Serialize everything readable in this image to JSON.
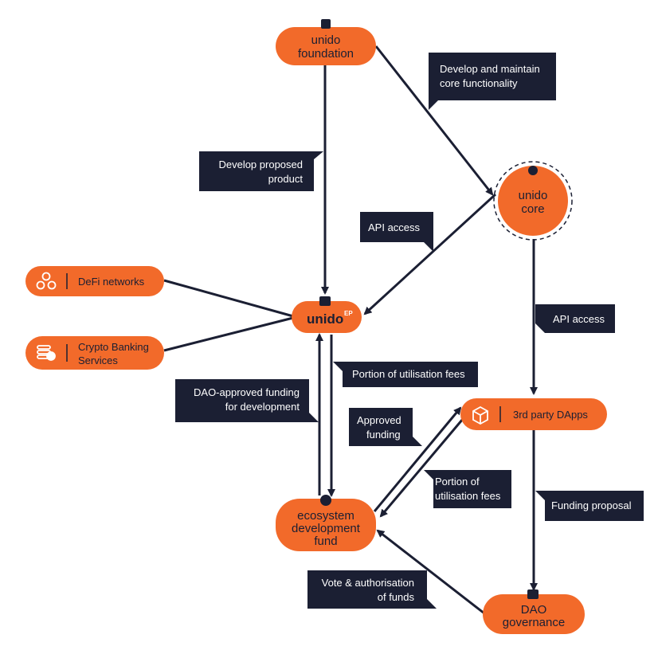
{
  "nodes": {
    "foundation": {
      "line1": "unido",
      "line2": "foundation"
    },
    "core": {
      "line1": "unido",
      "line2": "core"
    },
    "ep": {
      "name": "unido",
      "sup": "EP"
    },
    "defi": {
      "label": "DeFi networks"
    },
    "crypto": {
      "line1": "Crypto Banking",
      "line2": "Services"
    },
    "dapps": {
      "label": "3rd party DApps"
    },
    "fund": {
      "line1": "ecosystem",
      "line2": "development",
      "line3": "fund"
    },
    "dao": {
      "line1": "DAO",
      "line2": "governance"
    }
  },
  "labels": {
    "develop_maintain": {
      "line1": "Develop and maintain",
      "line2": "core functionality"
    },
    "develop_proposed": {
      "line1": "Develop proposed",
      "line2": "product"
    },
    "api_access_1": {
      "line1": "API access"
    },
    "api_access_2": {
      "line1": "API access"
    },
    "portion_fees_1": {
      "line1": "Portion of utilisation fees"
    },
    "dao_approved": {
      "line1": "DAO-approved funding",
      "line2": "for development"
    },
    "approved_funding": {
      "line1": "Approved",
      "line2": "funding"
    },
    "portion_fees_2": {
      "line1": "Portion of",
      "line2": "utilisation fees"
    },
    "funding_proposal": {
      "line1": "Funding proposal"
    },
    "vote_auth": {
      "line1": "Vote & authorisation",
      "line2": "of funds"
    }
  },
  "colors": {
    "orange": "#f26a2a",
    "navy": "#1b1f33",
    "white": "#ffffff"
  }
}
